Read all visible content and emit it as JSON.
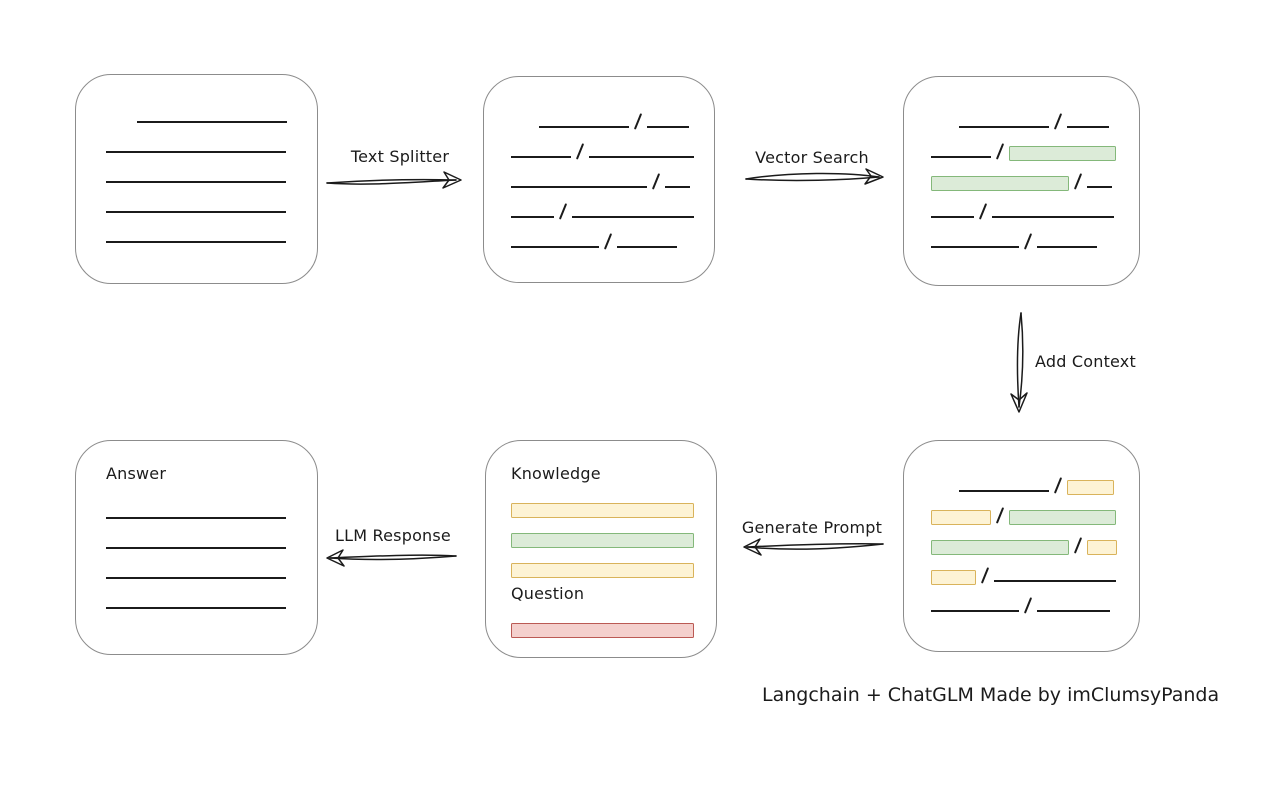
{
  "footer": {
    "credit": "Langchain + ChatGLM Made by imClumsyPanda"
  },
  "arrows": {
    "text_splitter": {
      "label": "Text Splitter"
    },
    "vector_search": {
      "label": "Vector Search"
    },
    "add_context": {
      "label": "Add Context"
    },
    "generate_prompt": {
      "label": "Generate Prompt"
    },
    "llm_response": {
      "label": "LLM Response"
    }
  },
  "colors": {
    "box_border": "#8c8c8c",
    "ink": "#1b1b1b",
    "yellow_fill": "#fdf3d5",
    "yellow_border": "#d9b35b",
    "green_fill": "#dcebd8",
    "green_border": "#84b87a",
    "red_fill": "#f4d0cd",
    "red_border": "#bb5a54"
  },
  "boxes": {
    "document": {
      "rows": [
        [
          "indent:31",
          "line:150"
        ],
        [
          "line:180"
        ],
        [
          "line:180"
        ],
        [
          "line:180"
        ],
        [
          "line:180"
        ]
      ]
    },
    "chunks": {
      "rows": [
        [
          "indent:28",
          "line:90",
          "slash",
          "line:42"
        ],
        [
          "line:60",
          "slash",
          "line:105"
        ],
        [
          "line:136",
          "slash",
          "line:25"
        ],
        [
          "line:43",
          "slash",
          "line:122"
        ],
        [
          "line:88",
          "slash",
          "line:60"
        ]
      ]
    },
    "retrieved": {
      "rows": [
        [
          "indent:28",
          "line:90",
          "slash",
          "line:42"
        ],
        [
          "line:60",
          "slash",
          "green:107"
        ],
        [
          "green:138",
          "slash",
          "line:25"
        ],
        [
          "line:43",
          "slash",
          "line:122"
        ],
        [
          "line:88",
          "slash",
          "line:60"
        ]
      ]
    },
    "context": {
      "rows": [
        [
          "indent:28",
          "line:90",
          "slash",
          "yellow:47"
        ],
        [
          "yellow:60",
          "slash",
          "green:107"
        ],
        [
          "green:138",
          "slash",
          "yellow:30"
        ],
        [
          "yellow:45",
          "slash",
          "line:122"
        ],
        [
          "line:88",
          "slash",
          "line:73"
        ]
      ]
    },
    "prompt": {
      "knowledge_label": "Knowledge",
      "question_label": "Question",
      "knowledge_rows": [
        [
          "yellow:183"
        ],
        [
          "green:183"
        ],
        [
          "yellow:183"
        ]
      ],
      "question_rows": [
        [
          "red:183"
        ]
      ]
    },
    "answer": {
      "label": "Answer",
      "rows": [
        [
          "line:180"
        ],
        [
          "line:180"
        ],
        [
          "line:180"
        ],
        [
          "line:180"
        ]
      ]
    }
  }
}
